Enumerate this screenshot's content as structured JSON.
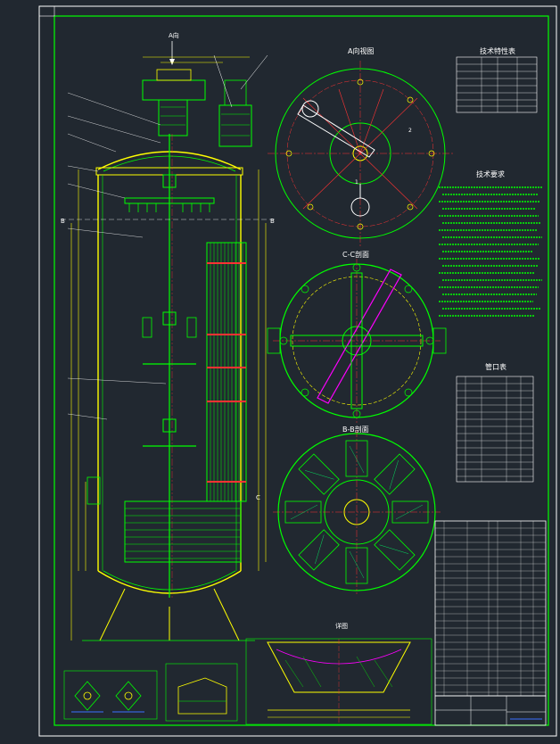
{
  "labels": {
    "view_a_mark": "A向",
    "view_a_title": "A向视图",
    "section_cc_title": "C-C剖面",
    "section_bb_title": "B-B剖面",
    "tech_spec_title": "技术特性表",
    "tech_req_title": "技术要求",
    "nozzle_table_title": "管口表",
    "detail_title": "详图",
    "section_mark_b": "B",
    "section_mark_c": "C",
    "section_mark_1": "1",
    "section_mark_2": "2"
  },
  "colors": {
    "background": "#212830",
    "frame": "#00ff00",
    "outline": "#ffff00",
    "coil": "#00ff00",
    "hatch": "#00ff66",
    "annotation": "#ffffff",
    "centerline": "#ff3333",
    "dimension": "#ffff00",
    "accent": "#ff00ff",
    "blue_line": "#3a6fff"
  }
}
